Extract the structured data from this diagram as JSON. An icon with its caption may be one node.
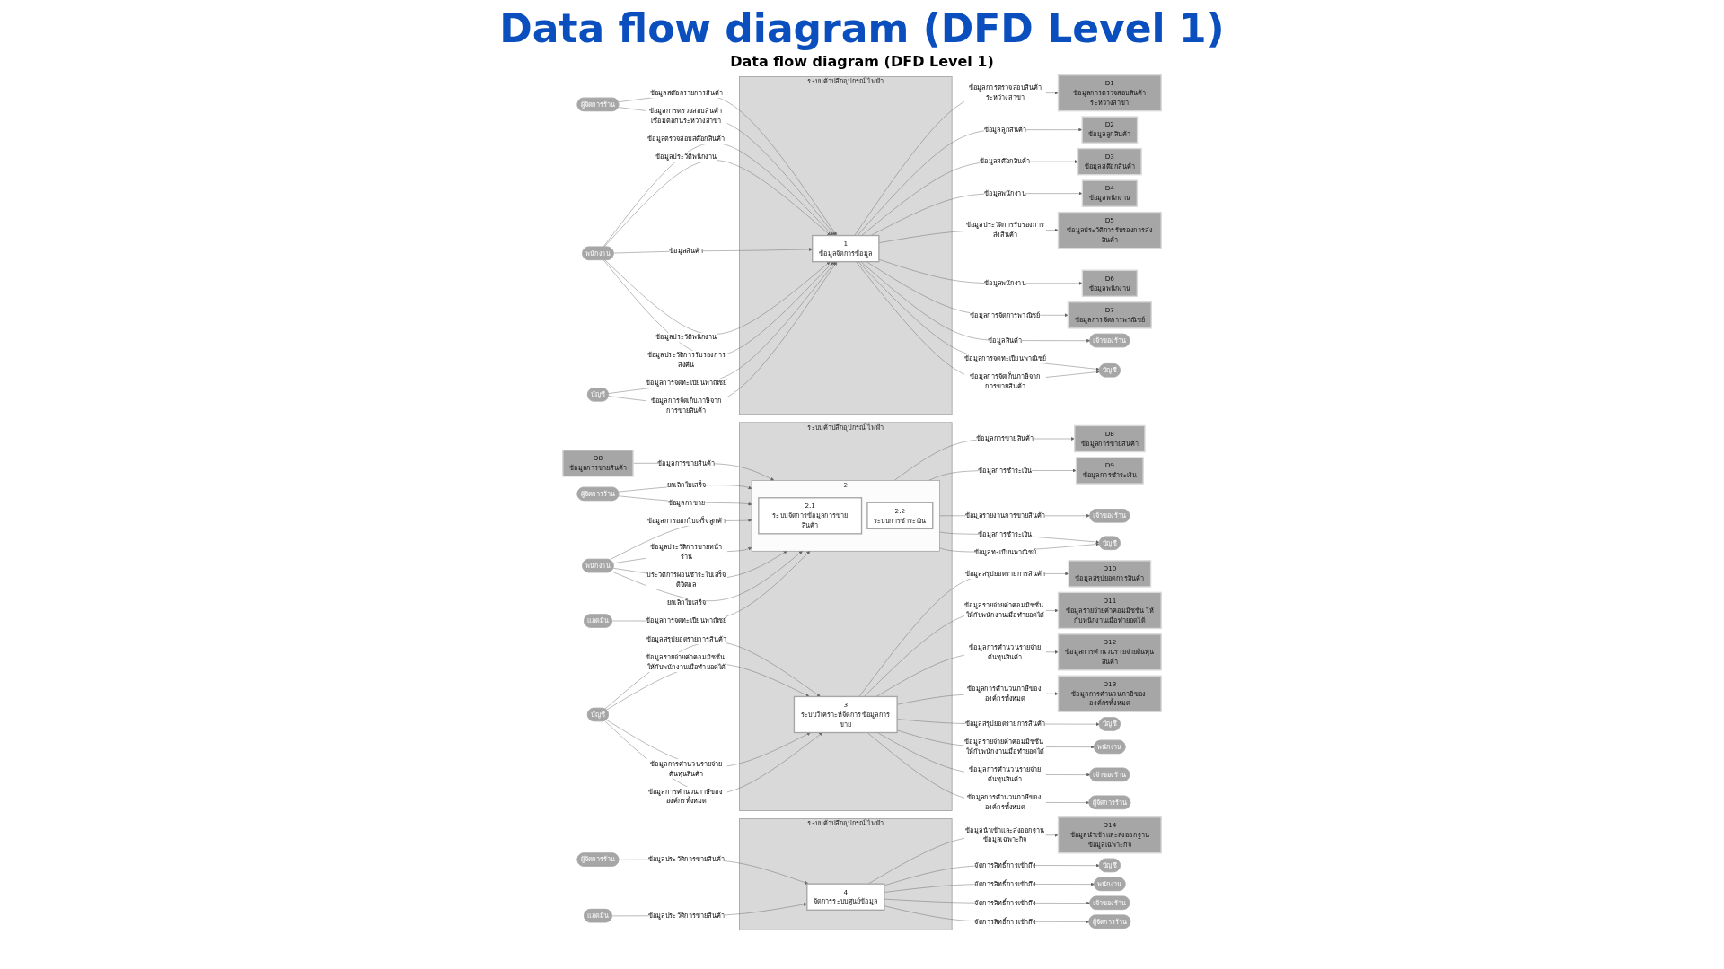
{
  "diagram": {
    "title": "Data flow diagram (DFD Level 1)",
    "nodes": [
      {
        "text": [
          "ระบบค้าปลีกอุปกรณ์ ไฟฟ้า"
        ]
      },
      {
        "text": [
          "1",
          "ข้อมูลจัดการข้อมูล"
        ],
        "in": 0
      },
      {
        "text": [
          "ผู้จัดการร้าน"
        ]
      },
      {
        "text": [
          "พนักงาน"
        ]
      },
      {
        "text": [
          "บัญชี"
        ]
      },
      {
        "text": [
          "D1",
          "ข้อมูลการตรวจสอบสินค้าระหว่างสาขา"
        ]
      },
      {
        "text": [
          "D2",
          "ข้อมูลลูกสินค้า"
        ]
      },
      {
        "text": [
          "D3",
          "ข้อมูลสต๊อกสินค้า"
        ]
      },
      {
        "text": [
          "D4",
          "ข้อมูลพนักงาน"
        ]
      },
      {
        "text": [
          "D5",
          "ข้อมูลประวัติการรับรองการส่งสินค้า"
        ]
      },
      {
        "text": [
          "D6",
          "ข้อมูลพนักงาน"
        ]
      },
      {
        "text": [
          "D7",
          "ข้อมูลการจัดการพาณิชย์"
        ]
      },
      {
        "text": [
          "เจ้าของร้าน"
        ]
      },
      {
        "text": [
          "บัญชี"
        ]
      },
      {
        "text": [
          "ระบบค้าปลีกอุปกรณ์ ไฟฟ้า"
        ]
      },
      {
        "text": [
          "2"
        ],
        "in": 14
      },
      {
        "text": [
          "2.1",
          "ระบบจัดการข้อมูลการขายสินค้า"
        ],
        "in": 15
      },
      {
        "text": [
          "2.2",
          "ระบบการชำระเงิน"
        ],
        "in": 15
      },
      {
        "text": [
          "3",
          "ระบบวิเคราะห์จัดการข้อมูลการขาย"
        ],
        "in": 14
      },
      {
        "text": [
          "D8",
          "ข้อมูลการขายสินค้า"
        ]
      },
      {
        "text": [
          "ผู้จัดการร้าน"
        ]
      },
      {
        "text": [
          "พนักงาน"
        ]
      },
      {
        "text": [
          "แอดมิน"
        ]
      },
      {
        "text": [
          "บัญชี"
        ]
      },
      {
        "text": [
          "D8",
          "ข้อมูลการขายสินค้า"
        ]
      },
      {
        "text": [
          "D9",
          "ข้อมูลการชำระเงิน"
        ]
      },
      {
        "text": [
          "เจ้าของร้าน"
        ]
      },
      {
        "text": [
          "บัญชี"
        ]
      },
      {
        "text": [
          "D10",
          "ข้อมูลสรุปยอดการสินค้า"
        ]
      },
      {
        "text": [
          "D11",
          "ข้อมูลรายจ่ายค่าคอมมิชชั่น ให้กับพนักงานเมื่อทำยอดได้"
        ]
      },
      {
        "text": [
          "D12",
          "ข้อมูลการคำนวนรายจ่ายต้นทุนสินค้า"
        ]
      },
      {
        "text": [
          "D13",
          "ข้อมูลการคำนวนภาษีของ องค์กรทั้งหมด"
        ]
      },
      {
        "text": [
          "บัญชี"
        ]
      },
      {
        "text": [
          "พนักงาน"
        ]
      },
      {
        "text": [
          "เจ้าของร้าน"
        ]
      },
      {
        "text": [
          "ผู้จัดการร้าน"
        ]
      },
      {
        "text": [
          "ระบบค้าปลีกอุปกรณ์ ไฟฟ้า"
        ]
      },
      {
        "text": [
          "4",
          "จัดการระบบศูนย์ข้อมูล"
        ],
        "in": 36
      },
      {
        "text": [
          "ผู้จัดการร้าน"
        ]
      },
      {
        "text": [
          "แอดมิน"
        ]
      },
      {
        "text": [
          "D14",
          "ข้อมูลนำเข้าและส่งออกฐานข้อมูลเฉพาะกิจ"
        ]
      },
      {
        "text": [
          "บัญชี"
        ]
      },
      {
        "text": [
          "พนักงาน"
        ]
      },
      {
        "text": [
          "เจ้าของร้าน"
        ]
      },
      {
        "text": [
          "ผู้จัดการร้าน"
        ]
      }
    ],
    "edges": [
      {
        "from": 2,
        "to": 1,
        "arrow": "to",
        "label": "ข้อมูลสต๊อกรายการสินค้า"
      },
      {
        "from": 2,
        "to": 1,
        "arrow": "to",
        "label": "ข้อมูลการตรวจสอบสินค้า เชื่อมต่อกันระหว่างสาขา"
      },
      {
        "from": 3,
        "to": 1,
        "arrow": "to",
        "label": "ข้อมูลตรวจสอบสต๊อกสินค้า"
      },
      {
        "from": 3,
        "to": 1,
        "arrow": "to",
        "label": "ข้อมูลประวัติพนักงาน"
      },
      {
        "from": 3,
        "to": 1,
        "arrow": "to",
        "label": "ข้อมูลสินค้า"
      },
      {
        "from": 3,
        "to": 1,
        "arrow": "to",
        "label": "ข้อมูลประวัติพนักงาน"
      },
      {
        "from": 3,
        "to": 1,
        "arrow": "to",
        "label": "ข้อมูลประวัติการรับรองการส่งคืน"
      },
      {
        "from": 4,
        "to": 1,
        "arrow": "to",
        "label": "ข้อมูลการจดทะเบียนพาณิชย์"
      },
      {
        "from": 4,
        "to": 1,
        "arrow": "to",
        "label": "ข้อมูลการจัดเก็บภาษีจากการขายสินค้า"
      },
      {
        "from": 1,
        "to": 5,
        "arrow": "to",
        "label": "ข้อมูลการตรวจสอบสินค้าระหว่างสาขา"
      },
      {
        "from": 1,
        "to": 6,
        "arrow": "to",
        "label": "ข้อมูลลูกสินค้า"
      },
      {
        "from": 1,
        "to": 7,
        "arrow": "to",
        "label": "ข้อมูลสต๊อกสินค้า"
      },
      {
        "from": 1,
        "to": 8,
        "arrow": "to",
        "label": "ข้อมูลพนักงาน"
      },
      {
        "from": 1,
        "to": 9,
        "arrow": "to",
        "label": "ข้อมูลประวัติการรับรองการส่งสินค้า"
      },
      {
        "from": 1,
        "to": 10,
        "arrow": "to",
        "label": "ข้อมูลพนักงาน"
      },
      {
        "from": 1,
        "to": 11,
        "arrow": "to",
        "label": "ข้อมูลการจัดการพาณิชย์"
      },
      {
        "from": 1,
        "to": 12,
        "arrow": "to",
        "label": "ข้อมูลสินค้า"
      },
      {
        "from": 1,
        "to": 13,
        "arrow": "to",
        "label": "ข้อมูลการจดทะเบียนพาณิชย์"
      },
      {
        "from": 1,
        "to": 13,
        "arrow": "to",
        "label": "ข้อมูลการจัดเก็บภาษีจากการขายสินค้า"
      },
      {
        "from": 19,
        "to": 15,
        "arrow": "to",
        "label": "ข้อมูลการขายสินค้า"
      },
      {
        "from": 20,
        "to": 15,
        "arrow": "to",
        "label": "ยกเลิกใบเสร็จ"
      },
      {
        "from": 20,
        "to": 15,
        "arrow": "to",
        "label": "ข้อมูลกาขาย"
      },
      {
        "from": 21,
        "to": 15,
        "arrow": "to",
        "label": "ข้อมูลการออกใบเสร็จลูกค้า"
      },
      {
        "from": 21,
        "to": 15,
        "arrow": "to",
        "label": "ข้อมูลประวัติการขายหน้าร้าน"
      },
      {
        "from": 21,
        "to": 15,
        "arrow": "to",
        "label": "ประวัติการผ่อนชำระใบเสร็จดิจิตอล"
      },
      {
        "from": 21,
        "to": 15,
        "arrow": "to",
        "label": "ยกเลิกใบเสร็จ"
      },
      {
        "from": 22,
        "to": 15,
        "arrow": "to",
        "label": "ข้อมูลการจดทะเบียนพาณิชย์"
      },
      {
        "from": 15,
        "to": 24,
        "arrow": "to",
        "label": "ข้อมูลการขายสินค้า"
      },
      {
        "from": 15,
        "to": 25,
        "arrow": "to",
        "label": "ข้อมูลการชำระเงิน"
      },
      {
        "from": 15,
        "to": 26,
        "arrow": "to",
        "label": "ข้อมูลรายงานการขายสินค้า"
      },
      {
        "from": 15,
        "to": 27,
        "arrow": "to",
        "label": "ข้อมูลการชำระเงิน"
      },
      {
        "from": 15,
        "to": 27,
        "arrow": "to",
        "label": "ข้อมูลทะเบียนพาณิชย์"
      },
      {
        "from": 23,
        "to": 18,
        "arrow": "to",
        "label": "ข้อมูลสรุปยอดรายการสินค้า"
      },
      {
        "from": 23,
        "to": 18,
        "arrow": "to",
        "label": "ข้อมูลรายจ่ายค่าคอมมิชชั่น ให้กับพนักงานเมื่อทำยอดได้"
      },
      {
        "from": 23,
        "to": 18,
        "arrow": "to",
        "label": "ข้อมูลการคำนวนรายจ่ายต้นทุนสินค้า"
      },
      {
        "from": 23,
        "to": 18,
        "arrow": "to",
        "label": "ข้อมูลการคำนวนภาษีของ องค์กรทั้งหมด"
      },
      {
        "from": 18,
        "to": 28,
        "arrow": "to",
        "label": "ข้อมูลสรุปยอดรายการสินค้า"
      },
      {
        "from": 18,
        "to": 29,
        "arrow": "to",
        "label": "ข้อมูลรายจ่ายค่าคอมมิชชั่น ให้กับพนักงานเมื่อทำยอดได้"
      },
      {
        "from": 18,
        "to": 30,
        "arrow": "to",
        "label": "ข้อมูลการคำนวนรายจ่ายต้นทุนสินค้า"
      },
      {
        "from": 18,
        "to": 31,
        "arrow": "to",
        "label": "ข้อมูลการคำนวนภาษีของ องค์กรทั้งหมด"
      },
      {
        "from": 18,
        "to": 32,
        "arrow": "to",
        "label": "ข้อมูลสรุปยอดรายการสินค้า"
      },
      {
        "from": 18,
        "to": 33,
        "arrow": "to",
        "label": "ข้อมูลรายจ่ายค่าคอมมิชชั่น ให้กับพนักงานเมื่อทำยอดได้"
      },
      {
        "from": 18,
        "to": 34,
        "arrow": "to",
        "label": "ข้อมูลการคำนวนรายจ่ายต้นทุนสินค้า"
      },
      {
        "from": 18,
        "to": 35,
        "arrow": "to",
        "label": "ข้อมูลการคำนวนภาษีของ องค์กรทั้งหมด"
      },
      {
        "from": 38,
        "to": 37,
        "arrow": "to",
        "label": "ข้อมูลประวัติการขายสินค้า"
      },
      {
        "from": 39,
        "to": 37,
        "arrow": "to",
        "label": "ข้อมูลประวัติการขายสินค้า"
      },
      {
        "from": 37,
        "to": 40,
        "arrow": "to",
        "label": "ข้อมูลนำเข้าและส่งออกฐานข้อมูลเฉพาะกิจ"
      },
      {
        "from": 37,
        "to": 41,
        "arrow": "to",
        "label": "จัดการสิทธิ์การเข้าถึง"
      },
      {
        "from": 37,
        "to": 42,
        "arrow": "to",
        "label": "จัดการสิทธิ์การเข้าถึง"
      },
      {
        "from": 37,
        "to": 43,
        "arrow": "to",
        "label": "จัดการสิทธิ์การเข้าถึง"
      },
      {
        "from": 37,
        "to": 44,
        "arrow": "to",
        "label": "จัดการสิทธิ์การเข้าถึง"
      }
    ],
    "labels": [
      "Data flow diagram (DFD Level 1)"
    ]
  }
}
